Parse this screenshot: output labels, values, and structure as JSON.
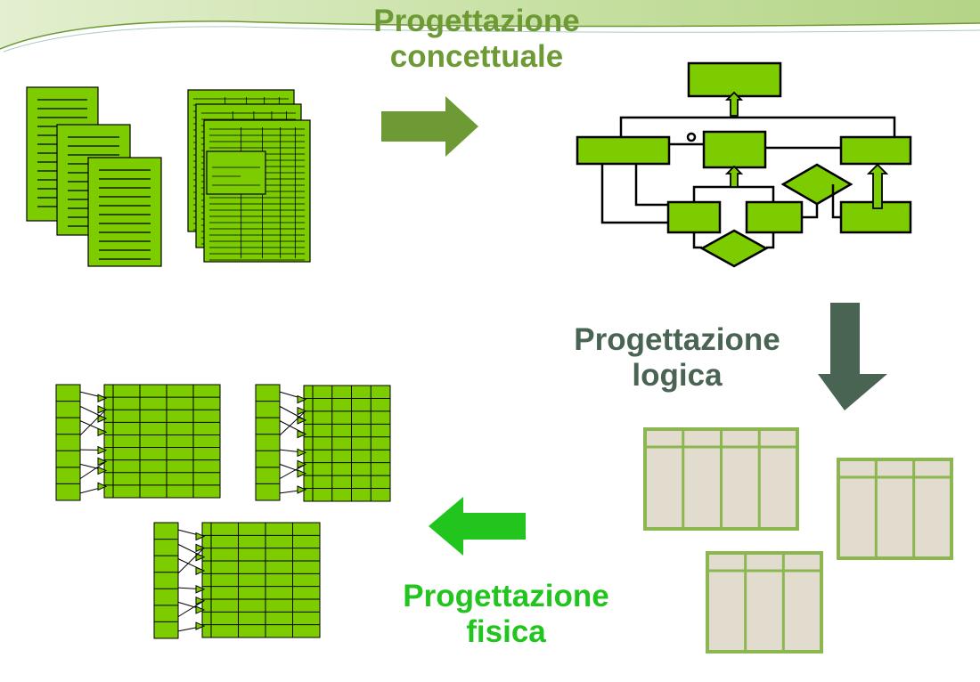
{
  "stages": {
    "conceptual": {
      "line1": "Progettazione",
      "line2": "concettuale"
    },
    "logical": {
      "line1": "Progettazione",
      "line2": "logica"
    },
    "physical": {
      "line1": "Progettazione",
      "line2": "fisica"
    }
  },
  "colors": {
    "header_band": "#c5dfa0",
    "green_fill": "#7ccc00",
    "conceptual_arrow": "#6e9a36",
    "logical_arrow": "#4a6454",
    "physical_arrow": "#22c51e",
    "logical_table_fill": "#e2dccf",
    "logical_table_border": "#8cb64f",
    "outline": "#000000"
  },
  "icons": {
    "documents": "document-stack-icon",
    "forms": "form-stack-icon",
    "er_schema": "er-diagram-icon",
    "relational_tables": "relational-table-icon",
    "physical_files": "indexed-file-icon",
    "stage_arrows": [
      "arrow-right-icon",
      "arrow-down-icon",
      "arrow-left-icon"
    ]
  }
}
